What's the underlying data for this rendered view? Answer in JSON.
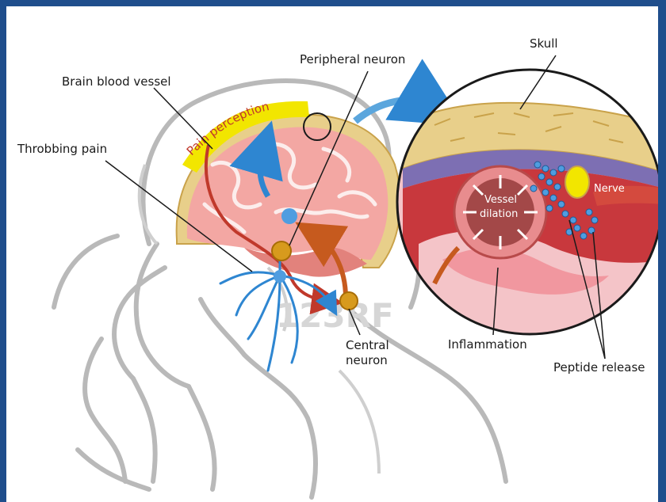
{
  "labels": {
    "skull": "Skull",
    "peripheral_neuron": "Peripheral neuron",
    "brain_blood_vessel": "Brain blood vessel",
    "pain_perception": "Pain perception",
    "throbbing_pain": "Throbbing pain",
    "vessel": "Vessel",
    "dilation": "dilation",
    "nerve": "Nerve",
    "central": "Central",
    "neuron": "neuron",
    "inflammation": "Inflammation",
    "peptide_release": "Peptide release"
  },
  "watermark": "123RF",
  "colors": {
    "border": "#1f4e8c",
    "brain": "#f3a7a3",
    "skull": "#e8cf8a",
    "vessel_red": "#c0392b",
    "nerve_blue": "#2e86d1",
    "pain_yellow": "#f2e600",
    "neuron_gold": "#d79a1d"
  }
}
